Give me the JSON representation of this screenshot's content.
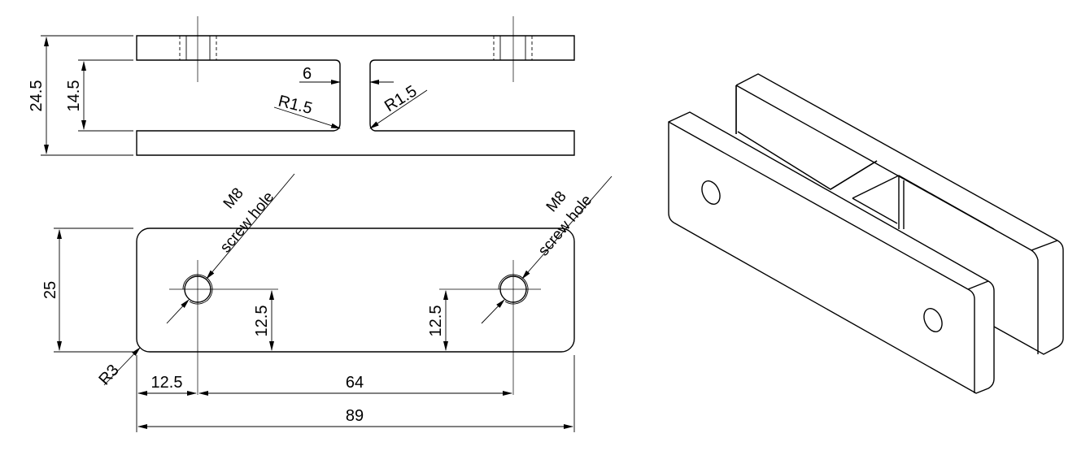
{
  "front_view": {
    "dim_overall_height": "24.5",
    "dim_slot_height": "14.5",
    "dim_slot_width": "6",
    "dim_radius_left": "R1.5",
    "dim_radius_right": "R1.5"
  },
  "top_view": {
    "hole_left_size": "M8",
    "hole_left_note": "screw hole",
    "hole_right_size": "M8",
    "hole_right_note": "screw hole",
    "dim_height": "25",
    "dim_hole_left_y": "12.5",
    "dim_hole_right_y": "12.5",
    "dim_corner_radius": "R3",
    "dim_hole_left_x": "12.5",
    "dim_hole_spacing": "64",
    "dim_overall_length": "89"
  }
}
